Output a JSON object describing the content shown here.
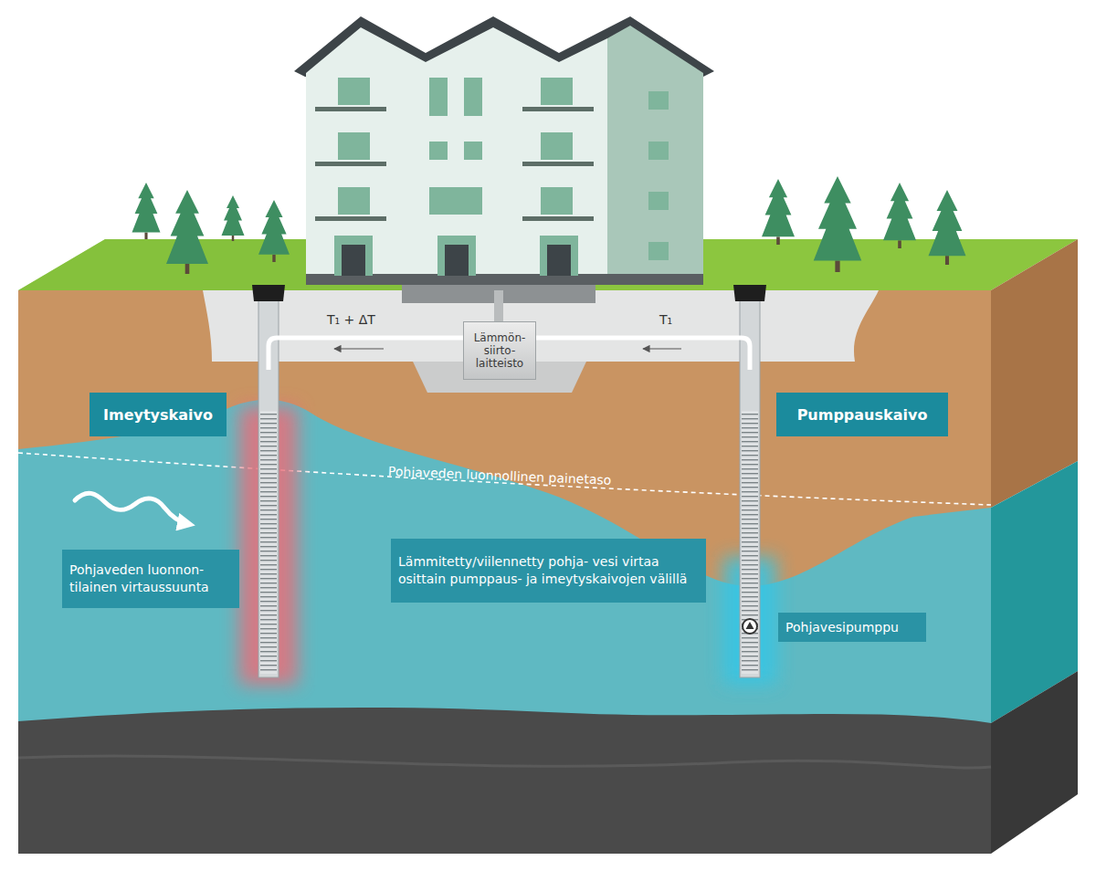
{
  "diagram": {
    "nodes": [
      {
        "text": [
          "Lämmön- siirto- laitteisto"
        ]
      },
      {
        "text": [
          "Imeytyskaivo"
        ]
      },
      {
        "text": [
          "Pumppauskaivo"
        ]
      },
      {
        "text": [
          "Pohjaveden luonnon- tilainen virtaussuunta"
        ]
      },
      {
        "text": [
          "Lämmitetty/viilennetty pohja- vesi virtaa osittain pumppaus- ja imeytyskaivojen välillä"
        ]
      },
      {
        "text": [
          "Pohjavesipumppu"
        ]
      }
    ],
    "labels": [
      "T₁ + ΔT",
      "T₁",
      "Pohjaveden luonnollinen painetaso"
    ]
  }
}
